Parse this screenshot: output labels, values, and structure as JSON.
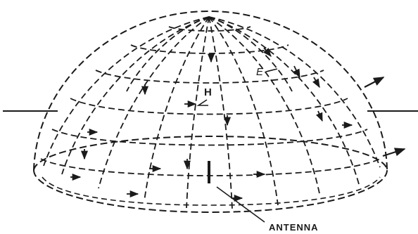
{
  "labels": {
    "e_field": "E",
    "h_field": "H",
    "antenna": "ANTENNA"
  }
}
